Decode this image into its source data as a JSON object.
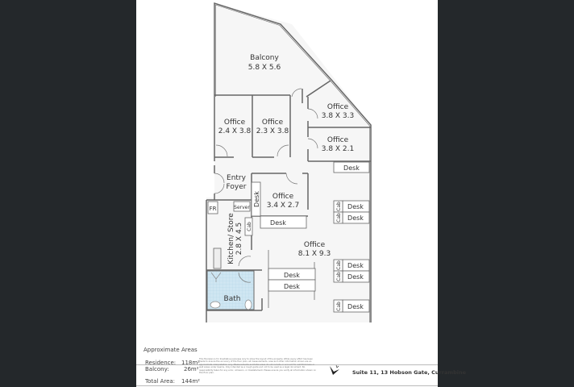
{
  "colors": {
    "background": "#24282b",
    "sheet": "#ffffff",
    "floor": "#f5f5f5",
    "wall": "#555555",
    "bath": "#cfe6f2"
  },
  "rooms": {
    "balcony": {
      "name": "Balcony",
      "dims": "5.8 X 5.6"
    },
    "office1": {
      "name": "Office",
      "dims": "2.4 X 3.8"
    },
    "office2": {
      "name": "Office",
      "dims": "2.3 X 3.8"
    },
    "office3": {
      "name": "Office",
      "dims": "3.8 X 3.3"
    },
    "office4": {
      "name": "Office",
      "dims": "3.8 X 2.1"
    },
    "office5": {
      "name": "Office",
      "dims": "3.4 X 2.7"
    },
    "office6": {
      "name": "Office",
      "dims": "8.1 X 9.3"
    },
    "entry": {
      "line1": "Entry",
      "line2": "Foyer"
    },
    "kitchen": {
      "line1": "Kitchen/ Store",
      "line2": "2.8 X 4.5"
    },
    "bath": {
      "name": "Bath"
    },
    "fr": "FR",
    "server": "Server"
  },
  "furniture": {
    "desk": "Desk",
    "cab": "Cab"
  },
  "footer": {
    "heading": "Approximate Areas",
    "areas": [
      {
        "label": "Residence:",
        "value": "118m²"
      },
      {
        "label": "Balcony:",
        "value": "26m²"
      },
      {
        "label": "Total Area:",
        "value": "144m²"
      }
    ],
    "disclaimer": "This floorplan is for illustrative purposes only to show the layout of the property. While every effort has been made to ensure the accuracy of the floor plan, all measurements, area and other information shown are an approximate interpretation only. Measurements and total areas do not include or account for wall thickness or wall areas under beams. Only intended as a rough guide and not to be used as a legal document. No responsibility taken for any error, omission, or misstatement. Please ensure you verify all information shown on this floor plan.",
    "address": "Suite 11, 13 Hobson Gate, Currambine"
  }
}
